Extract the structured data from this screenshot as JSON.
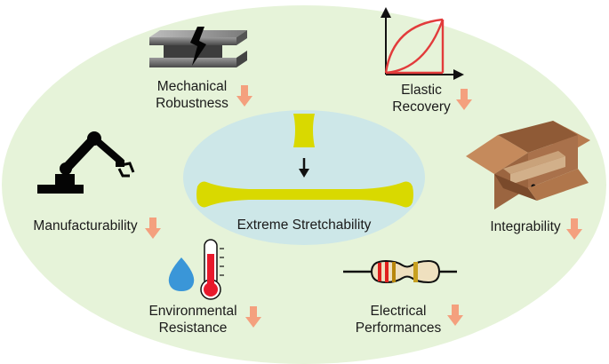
{
  "center": {
    "label": "Extreme Stretchability"
  },
  "properties": [
    {
      "id": "mechanical",
      "lines": [
        "Mechanical",
        "Robustness"
      ],
      "icon": "steel-beam-icon"
    },
    {
      "id": "elastic",
      "lines": [
        "Elastic",
        "Recovery"
      ],
      "icon": "hysteresis-curve-icon"
    },
    {
      "id": "integrability",
      "lines": [
        "Integrability"
      ],
      "icon": "box-icon"
    },
    {
      "id": "manufacturability",
      "lines": [
        "Manufacturability"
      ],
      "icon": "robot-arm-icon"
    },
    {
      "id": "environmental",
      "lines": [
        "Environmental",
        "Resistance"
      ],
      "icon": "water-drop-thermometer-icon"
    },
    {
      "id": "electrical",
      "lines": [
        "Electrical",
        "Performances"
      ],
      "icon": "resistor-icon"
    }
  ],
  "colors": {
    "outer_ellipse": "#e6f3d9",
    "inner_ellipse": "#cde7e8",
    "specimen": "#d9d900",
    "arrow_down": "#f4a07e",
    "curve": "#e23b3b",
    "box": "#a9714b",
    "thermometer": "#e8192c",
    "droplet": "#3a96d8"
  }
}
